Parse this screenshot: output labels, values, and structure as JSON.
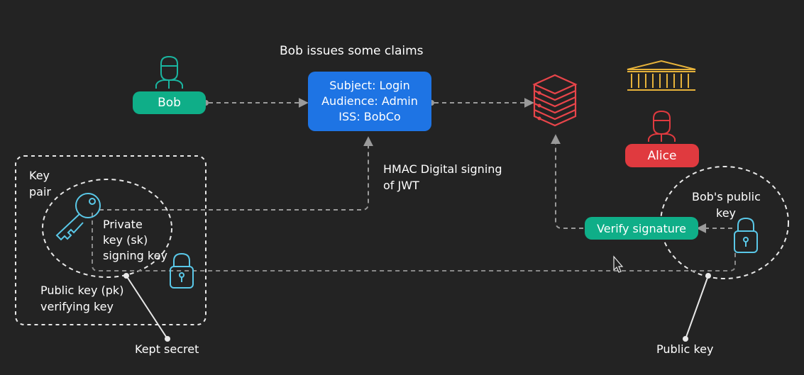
{
  "title": "Bob issues some claims",
  "actors": {
    "bob": "Bob",
    "alice": "Alice"
  },
  "claims": {
    "subject": "Subject: Login",
    "audience": "Audience: Admin",
    "iss": "ISS: BobCo"
  },
  "labels": {
    "hmac_line1": "HMAC Digital signing",
    "hmac_line2": "of JWT",
    "key_pair_1": "Key",
    "key_pair_2": "pair",
    "private_1": "Private",
    "private_2": "key (sk)",
    "private_3": "signing key",
    "public_pk_1": "Public key (pk)",
    "public_pk_2": "verifying key",
    "kept_secret": "Kept secret",
    "bobs_public_1": "Bob's public",
    "bobs_public_2": "key",
    "public_key": "Public key",
    "verify": "Verify signature"
  },
  "colors": {
    "background": "#232323",
    "teal": "#0fae88",
    "red": "#e03a3f",
    "blue": "#1e74e4",
    "icon_teal": "#1ab5a0",
    "icon_light_blue": "#5ac8e8",
    "server_red": "#e8454a",
    "bank_gold": "#e6b23a",
    "dash_gray": "#9a9a9a"
  }
}
